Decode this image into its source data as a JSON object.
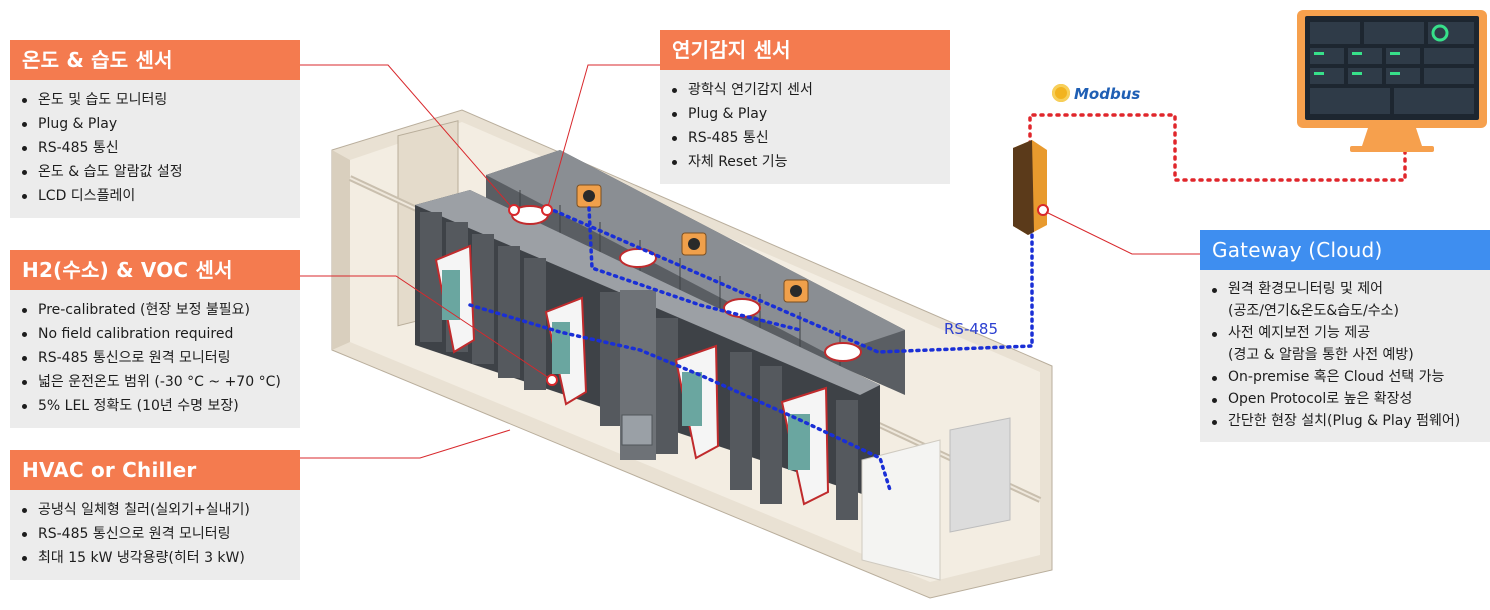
{
  "panels": {
    "temp_humidity": {
      "title": "온도 & 습도 센서",
      "items": [
        "온도 및 습도 모니터링",
        "Plug & Play",
        "RS-485 통신",
        "온도 & 습도 알람값 설정",
        "LCD 디스플레이"
      ]
    },
    "h2_voc": {
      "title": "H2(수소) & VOC 센서",
      "items": [
        "Pre-calibrated (현장 보정 불필요)",
        "No field calibration required",
        "RS-485 통신으로 원격 모니터링",
        "넓은 운전온도 범위 (-30 °C ~ +70 °C)",
        "5% LEL 정확도 (10년 수명 보장)"
      ]
    },
    "hvac": {
      "title": "HVAC or Chiller",
      "items": [
        "공냉식 일체형 칠러(실외기+실내기)",
        "RS-485 통신으로 원격 모니터링",
        "최대 15 kW 냉각용량(히터 3 kW)"
      ]
    },
    "smoke": {
      "title": "연기감지 센서",
      "items": [
        "광학식 연기감지 센서",
        "Plug & Play",
        "RS-485 통신",
        "자체 Reset 기능"
      ]
    },
    "gateway": {
      "title": "Gateway (Cloud)",
      "items": [
        {
          "line1": "원격 환경모니터링 및 제어",
          "line2": "(공조/연기&온도&습도/수소)"
        },
        {
          "line1": "사전 예지보전 기능 제공",
          "line2": "(경고 & 알람을 통한 사전 예방)"
        },
        {
          "line1": "On-premise 혹은 Cloud 선택 가능",
          "line2": ""
        },
        {
          "line1": "Open Protocol로 높은 확장성",
          "line2": ""
        },
        {
          "line1": "간단한 현장 설치(Plug & Play 펌웨어)",
          "line2": ""
        }
      ]
    }
  },
  "labels": {
    "modbus": "Modbus",
    "rs485": "RS-485"
  },
  "colors": {
    "orange_header": "#f47b4f",
    "blue_header": "#3e8ef0",
    "panel_bg": "#ececec",
    "leader_line": "#d8282c",
    "rs485_bus": "#1a2fd6",
    "modbus_link": "#e0262b"
  }
}
